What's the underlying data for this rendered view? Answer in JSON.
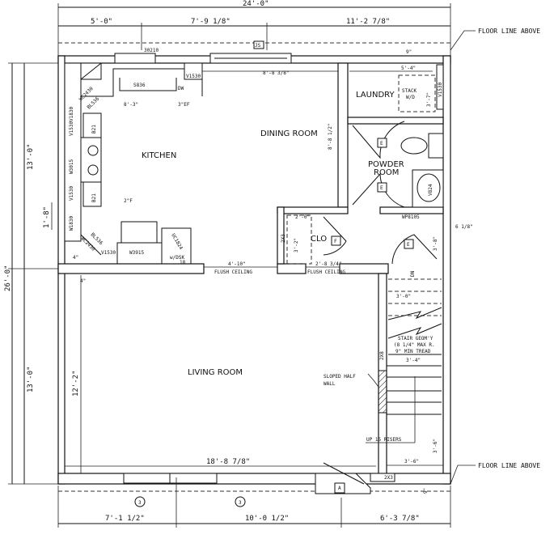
{
  "dims": {
    "overall_width": "24'-0\"",
    "top_a": "5'-0\"",
    "top_b": "7'-9 1/8\"",
    "top_c": "11'-2 7/8\"",
    "dining_width": "8'-8 3/8\"",
    "top_overhang": "9\"",
    "laundry_width": "5'-4\"",
    "stack_depth": "3'-7\"",
    "counter_run": "8'-3\"",
    "ef": "3\"EF",
    "filler_2f": "2\"F",
    "dining_depth": "8'-8 1/2\"",
    "powder_offset": "6 1/8\"",
    "clo_width": "2'-0\"",
    "clo_depth": "3'-2\"",
    "clo_stud": "2X3",
    "hall_depth": "3'-8\"",
    "kitchen_opening": "4'-10\"",
    "hall_opening": "2'-8 3/4\"",
    "stair_top": "3'-0\"",
    "stair_width": "3'-4\"",
    "stair_stud": "2X8",
    "living_depth": "12'-2\"",
    "landing_depth": "3'-6\"",
    "landing_width": "3'-6\"",
    "living_width": "18'-8 7/8\"",
    "entry_stud": "2X3",
    "bottom_overhang": "9\"",
    "bottom_a": "7'-1 1/2\"",
    "bottom_b": "10'-0 1/2\"",
    "bottom_c": "6'-3 7/8\"",
    "left_upper": "13'-0\"",
    "left_overall": "26'-0\"",
    "left_lower": "13'-0\"",
    "left_counter": "1'-8\"",
    "left_wall_a": "4\"",
    "left_wall_b": "4\""
  },
  "notes": {
    "floor_line_top": "FLOOR LINE ABOVE",
    "floor_line_bottom": "FLOOR LINE ABOVE",
    "flush_ceiling_1": "FLUSH CEILING",
    "flush_ceiling_2": "FLUSH CEILING",
    "sloped_half_wall_1": "SLOPED HALF",
    "sloped_half_wall_2": "WALL",
    "stairs_up": "UP 15 RISERS",
    "stairs_dn": "DN",
    "stair_geom_1": "STAIR GEOM'Y",
    "stair_geom_2": "(8 1/4\" MAX R.",
    "stair_geom_3": "9\" MIN TREAD"
  },
  "rooms": {
    "kitchen": "KITCHEN",
    "dining": "DINING ROOM",
    "laundry": "LAUNDRY",
    "powder_1": "POWDER",
    "powder_2": "ROOM",
    "closet": "CLO",
    "living": "LIVING ROOM"
  },
  "fixtures": {
    "window_top": "30210",
    "js": "JS",
    "v1530_a": "V1530",
    "sink": "S836",
    "dw": "DW",
    "wc2430_a": "WC2430",
    "bl536_a": "BL536",
    "v1830": "V1830",
    "b21_a": "B21",
    "v1530_b": "V1530",
    "w3015": "W3015",
    "v1530_c": "V1530",
    "b21_b": "B21",
    "w1830": "W1830",
    "bl536_b": "BL536",
    "wc2430_b": "WC2430",
    "v1530_d": "V1530",
    "w3915": "W3915",
    "uc1824": "UC1824",
    "desk": "w/DSK",
    "desk_n": "18",
    "stack_1": "STACK",
    "stack_2": "W/D",
    "laundry_shelf": "V1530",
    "v824": "V824",
    "wp8105": "WP8105"
  },
  "tags": {
    "e1": "E",
    "e2": "E",
    "e3": "E",
    "f": "F",
    "a": "A",
    "window_1": "3",
    "window_2": "3"
  }
}
